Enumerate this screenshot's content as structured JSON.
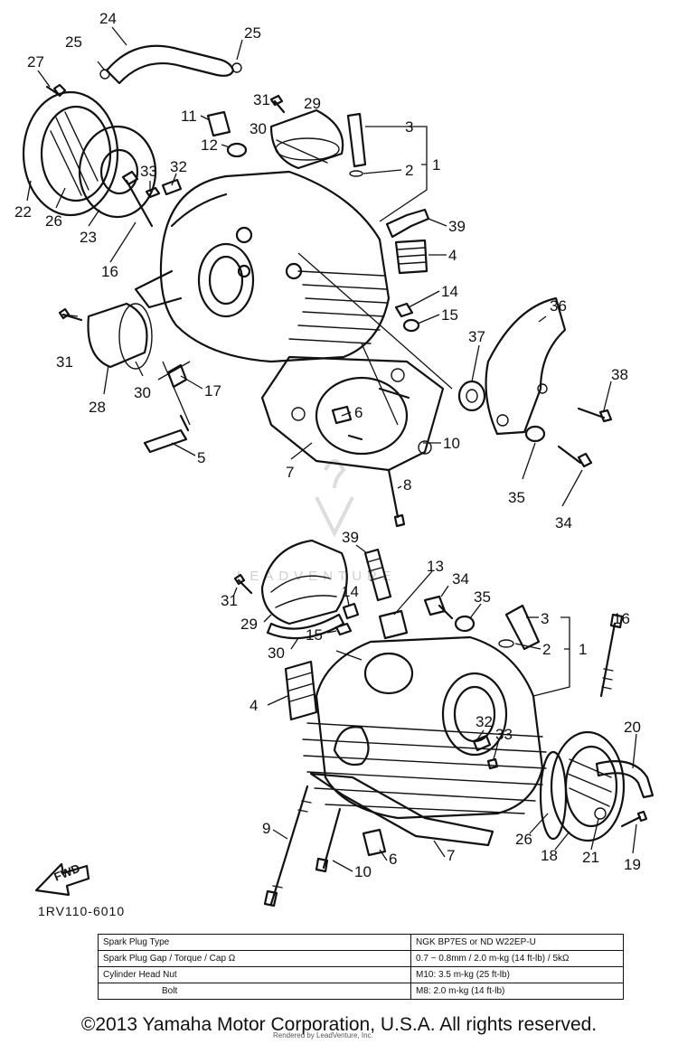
{
  "diagram": {
    "callouts_upper": [
      "24",
      "25",
      "25",
      "27",
      "11",
      "31",
      "29",
      "3",
      "30",
      "2",
      "1",
      "12",
      "33",
      "32",
      "22",
      "26",
      "23",
      "16",
      "39",
      "4",
      "14",
      "15",
      "31",
      "30",
      "28",
      "17",
      "36",
      "37",
      "38",
      "6",
      "10",
      "5",
      "7",
      "8",
      "35",
      "34"
    ],
    "callouts_lower": [
      "39",
      "13",
      "34",
      "35",
      "3",
      "31",
      "14",
      "2",
      "1",
      "16",
      "29",
      "15",
      "30",
      "4",
      "32",
      "33",
      "20",
      "26",
      "18",
      "21",
      "19",
      "9",
      "10",
      "6",
      "7"
    ],
    "watermark": "LEADVENTURE",
    "fwd_label": "FWD",
    "code": "1RV110-6010"
  },
  "spec_table": {
    "rows": [
      {
        "label": "Spark Plug Type",
        "value": "NGK BP7ES or ND W22EP-U"
      },
      {
        "label": "Spark Plug Gap / Torque / Cap Ω",
        "value": "0.7 ~ 0.8mm / 2.0 m-kg (14 ft-lb) / 5kΩ"
      },
      {
        "label": "Cylinder Head  Nut",
        "value": "M10: 3.5 m-kg (25 ft-lb)"
      },
      {
        "label": "Bolt",
        "value": "M8: 2.0 m-kg (14 ft-lb)"
      }
    ]
  },
  "footer": {
    "copyright": "©2013 Yamaha Motor Corporation, U.S.A. All rights reserved.",
    "rendered_by": "Rendered by LeadVenture, Inc."
  }
}
